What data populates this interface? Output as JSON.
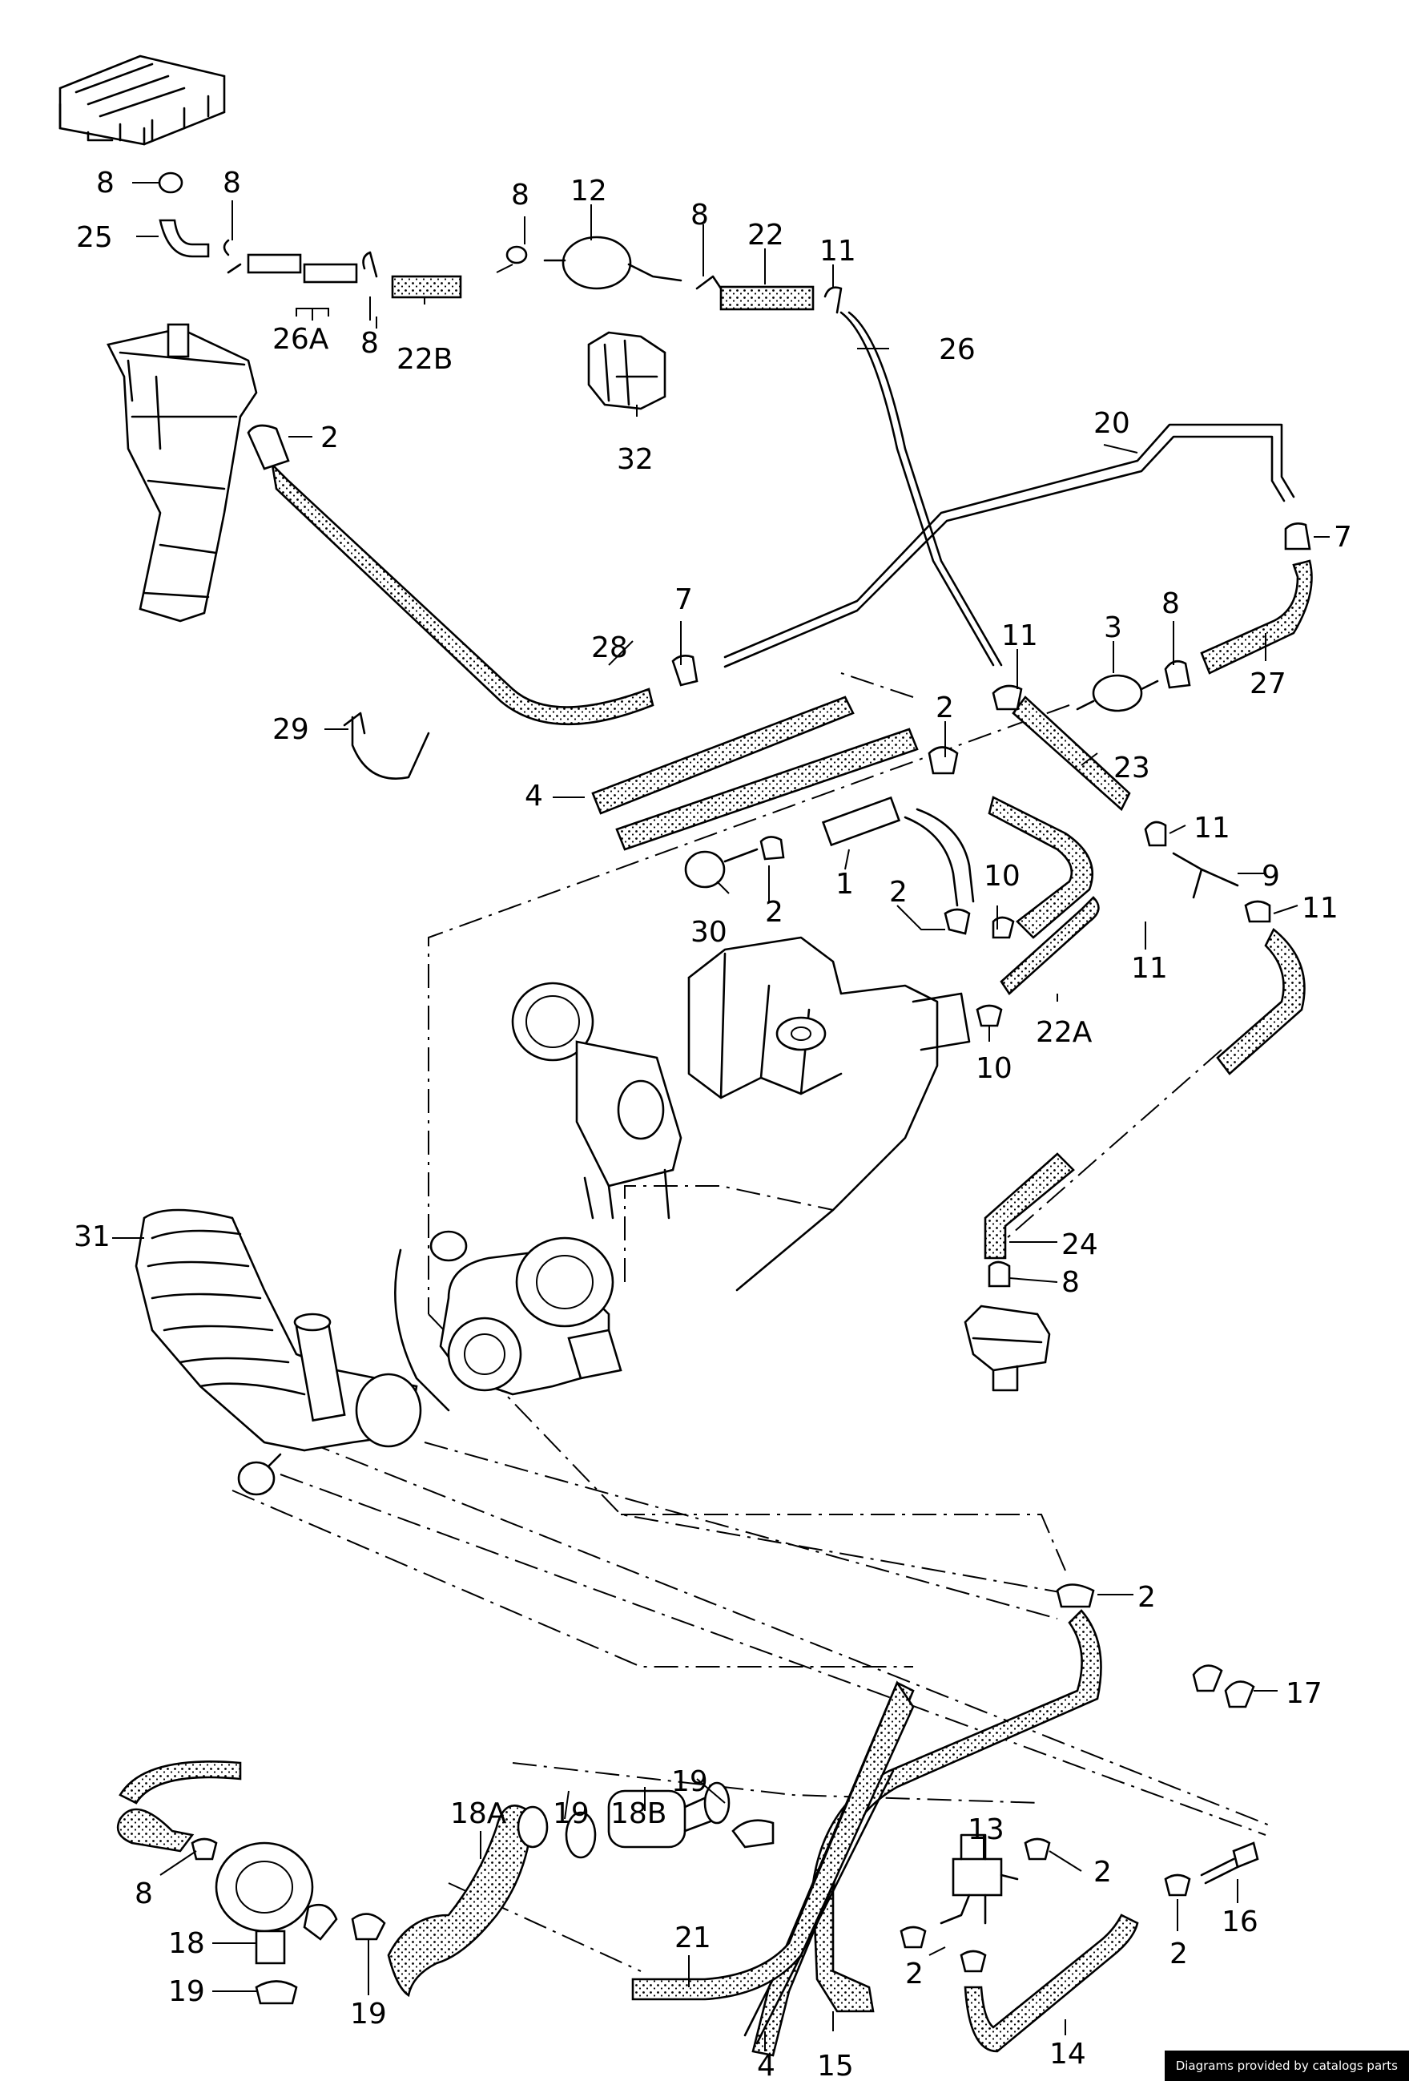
{
  "credit": "Diagrams provided by catalogs parts",
  "labels": [
    {
      "text": "8"
    },
    {
      "text": "8"
    },
    {
      "text": "8"
    },
    {
      "text": "12"
    },
    {
      "text": "8"
    },
    {
      "text": "22"
    },
    {
      "text": "11"
    },
    {
      "text": "25"
    },
    {
      "text": "26A"
    },
    {
      "text": "8"
    },
    {
      "text": "22B"
    },
    {
      "text": "26"
    },
    {
      "text": "32"
    },
    {
      "text": "2"
    },
    {
      "text": "20"
    },
    {
      "text": "7"
    },
    {
      "text": "7"
    },
    {
      "text": "28"
    },
    {
      "text": "11"
    },
    {
      "text": "3"
    },
    {
      "text": "8"
    },
    {
      "text": "27"
    },
    {
      "text": "29"
    },
    {
      "text": "2"
    },
    {
      "text": "4"
    },
    {
      "text": "23"
    },
    {
      "text": "11"
    },
    {
      "text": "9"
    },
    {
      "text": "10"
    },
    {
      "text": "2"
    },
    {
      "text": "1"
    },
    {
      "text": "30"
    },
    {
      "text": "2"
    },
    {
      "text": "11"
    },
    {
      "text": "11"
    },
    {
      "text": "22A"
    },
    {
      "text": "10"
    },
    {
      "text": "31"
    },
    {
      "text": "24"
    },
    {
      "text": "8"
    },
    {
      "text": "2"
    },
    {
      "text": "17"
    },
    {
      "text": "19"
    },
    {
      "text": "18A"
    },
    {
      "text": "19"
    },
    {
      "text": "18B"
    },
    {
      "text": "13"
    },
    {
      "text": "2"
    },
    {
      "text": "8"
    },
    {
      "text": "18"
    },
    {
      "text": "19"
    },
    {
      "text": "19"
    },
    {
      "text": "21"
    },
    {
      "text": "2"
    },
    {
      "text": "2"
    },
    {
      "text": "16"
    },
    {
      "text": "4"
    },
    {
      "text": "15"
    },
    {
      "text": "14"
    }
  ]
}
